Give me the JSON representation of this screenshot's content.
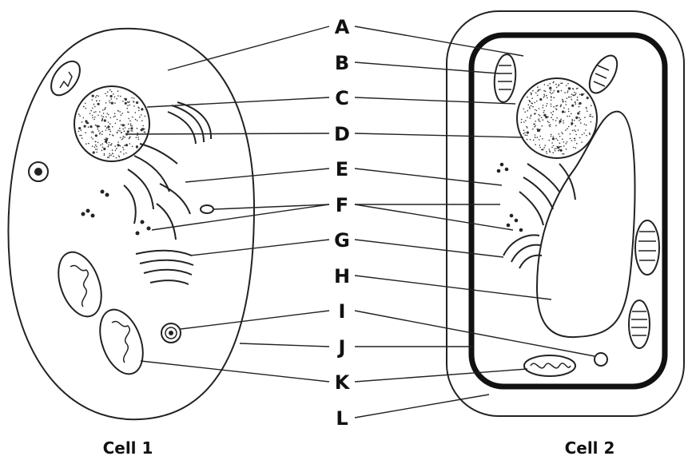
{
  "labels": [
    "A",
    "B",
    "C",
    "D",
    "E",
    "F",
    "G",
    "H",
    "I",
    "J",
    "K",
    "L"
  ],
  "captions": {
    "cell1": "Cell 1",
    "cell2": "Cell 2"
  },
  "icons": {
    "cell1": "animal-cell-icon",
    "cell2": "plant-cell-icon"
  }
}
